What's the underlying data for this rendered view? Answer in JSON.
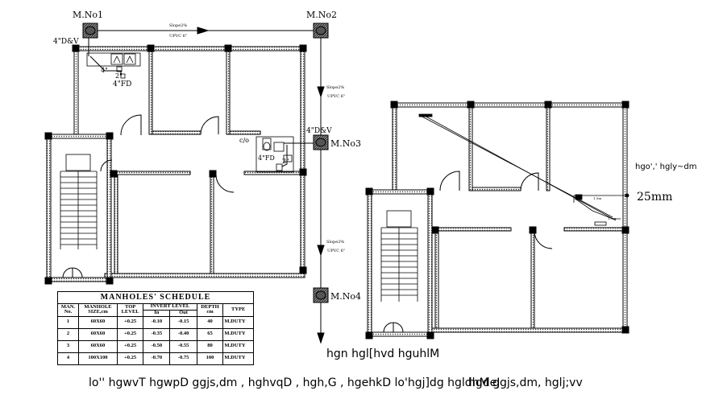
{
  "manholes": [
    {
      "id": "M.No1"
    },
    {
      "id": "M.No2"
    },
    {
      "id": "M.No3"
    },
    {
      "id": "M.No4"
    }
  ],
  "pipe_labels": {
    "top_slope": "Slope2%",
    "top_pipe": "UPVC 6\"",
    "right_slope_1": "Slope2%",
    "right_pipe_1": "UPVC 6\"",
    "right_slope_2": "Slope2%",
    "right_pipe_2": "UPVC 6\""
  },
  "fixture_labels": {
    "dv_top": "4\"D&V",
    "fd_top": "4\"FD",
    "num_top": "4\"",
    "num_2_top": "2\"",
    "dv_right": "4\"D&V",
    "co": "c/o",
    "fd_right": "4\"FD",
    "num_2_right": "2\""
  },
  "schedule": {
    "title": "MANHOLES' SCHEDULE",
    "headers": {
      "man_no_1": "MAN.",
      "man_no_2": "No.",
      "size_1": "MANHOLE",
      "size_2": "SIZE,cm",
      "top_1": "TOP",
      "top_2": "LEVEL",
      "invert": "INVERT LEVEL",
      "in": "In",
      "out": "Out",
      "depth_1": "DEPTH",
      "depth_2": "cm",
      "type": "TYPE"
    },
    "rows": [
      {
        "no": "1",
        "size": "60X60",
        "top": "+0.25",
        "in": "-0.10",
        "out": "-0.15",
        "depth": "40",
        "type": "M.DUTY"
      },
      {
        "no": "2",
        "size": "60X60",
        "top": "+0.25",
        "in": "-0.35",
        "out": "-0.40",
        "depth": "65",
        "type": "M.DUTY"
      },
      {
        "no": "3",
        "size": "60X60",
        "top": "+0.25",
        "in": "-0.50",
        "out": "-0.55",
        "depth": "80",
        "type": "M.DUTY"
      },
      {
        "no": "4",
        "size": "100X100",
        "top": "+0.25",
        "in": "-0.70",
        "out": "-0.75",
        "depth": "100",
        "type": "M.DUTY"
      }
    ]
  },
  "right_plan": {
    "note": "hgo',' hgly~dm",
    "dim": "25mm",
    "small_1": "1.5m",
    "small_2": "1.5m"
  },
  "captions": {
    "line1": "hgn hgl[hvd hguhlM",
    "line2": "lo'' hgwvT hgwpD ggjs,dm , hghvqD , hgh,G , hgehkD lo'hgj]dg hgldhM ggjs,dm, hglj;vv",
    "overlap": "hgdeJ"
  },
  "colors": {
    "line": "#000000",
    "hatch": "#444444",
    "manhole_fill": "#666666"
  }
}
